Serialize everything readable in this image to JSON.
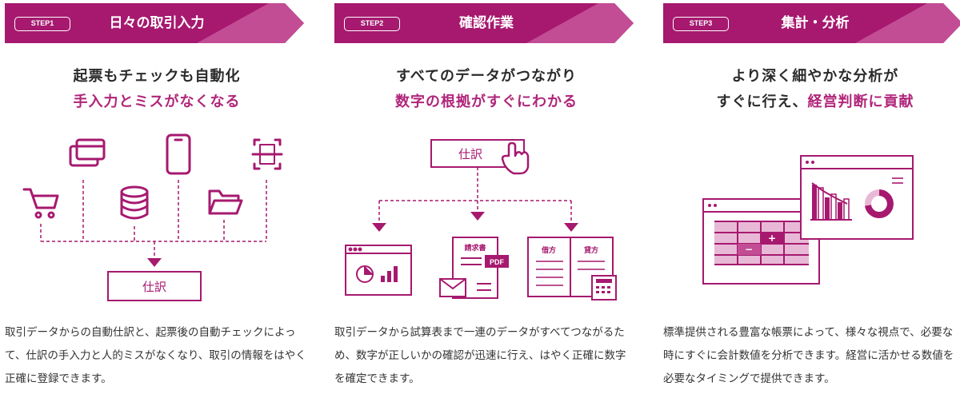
{
  "colors": {
    "accent": "#a6196f",
    "accent_light": "#c24d95",
    "text": "#333333"
  },
  "steps": [
    {
      "badge": "STEP1",
      "title": "日々の取引入力",
      "heading_line1": "起票もチェックも自動化",
      "heading_line2": "手入力とミスがなくなる",
      "illustration": {
        "box_label": "仕訳",
        "icons": [
          "cart-icon",
          "card-icon",
          "database-icon",
          "smartphone-icon",
          "folder-icon",
          "scan-icon"
        ]
      },
      "description": "取引データからの自動仕訳と、起票後の自動チェックによって、仕訳の手入力と人的ミスがなくなり、取引の情報をはやく正確に登録できます。"
    },
    {
      "badge": "STEP2",
      "title": "確認作業",
      "heading_line1": "すべてのデータがつながり",
      "heading_line2": "数字の根拠がすぐにわかる",
      "illustration": {
        "box_label": "仕訳",
        "invoice_label": "請求書",
        "pdf_label": "PDF",
        "debit_label": "借方",
        "credit_label": "貸方"
      },
      "description": "取引データから試算表まで一連のデータがすべてつながるため、数字が正しいかの確認が迅速に行え、はやく正確に数字を確定できます。"
    },
    {
      "badge": "STEP3",
      "title": "集計・分析",
      "heading_line1": "より深く細やかな分析が",
      "heading_line2_dark": "すぐに行え、",
      "heading_line2_pink": "経営判断に貢献",
      "illustration": {
        "plus": "+",
        "minus": "−"
      },
      "description": "標準提供される豊富な帳票によって、様々な視点で、必要な時にすぐに会計数値を分析できます。経営に活かせる数値を必要なタイミングで提供できます。"
    }
  ]
}
